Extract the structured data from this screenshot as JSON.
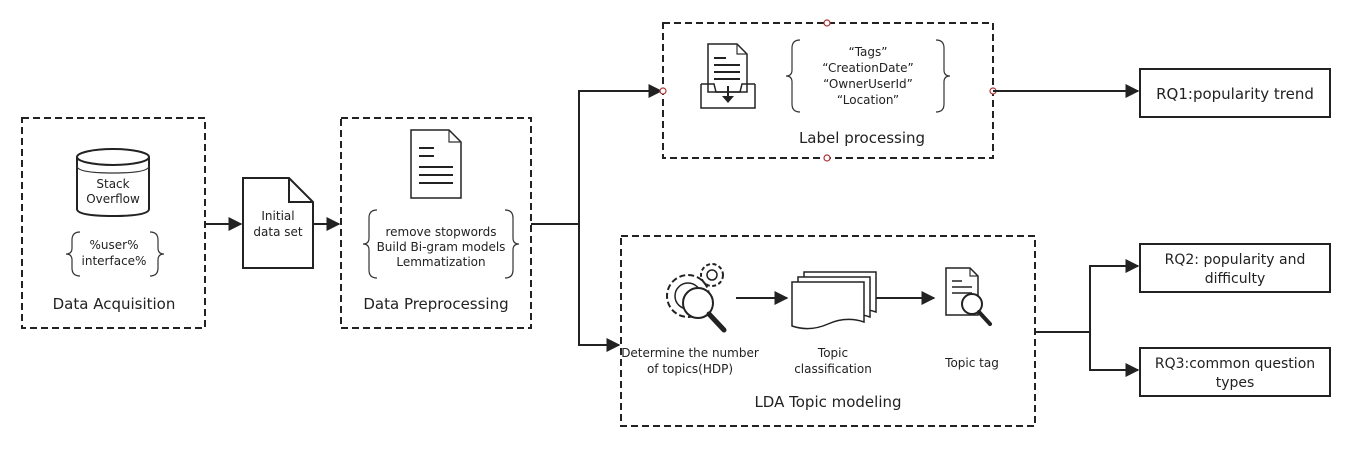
{
  "data_acquisition": {
    "db_label_line1": "Stack",
    "db_label_line2": "Overflow",
    "query_line1": "%user%",
    "query_line2": "interface%",
    "title": "Data Acquisition"
  },
  "initial_data": {
    "line1": "Initial",
    "line2": "data set"
  },
  "preprocessing": {
    "steps": [
      "remove stopwords",
      "Build Bi-gram models",
      "Lemmatization"
    ],
    "title": "Data Preprocessing"
  },
  "label_processing": {
    "fields": [
      "“Tags”",
      "“CreationDate”",
      "“OwnerUserId”",
      "“Location”"
    ],
    "title": "Label processing"
  },
  "lda": {
    "step1_line1": "Determine the number",
    "step1_line2": "of topics(HDP)",
    "step2_line1": "Topic",
    "step2_line2": "classification",
    "step3": "Topic  tag",
    "title": "LDA  Topic modeling"
  },
  "outputs": {
    "rq1": "RQ1:popularity trend",
    "rq2_line1": "RQ2: popularity and",
    "rq2_line2": "difficulty",
    "rq3_line1": "RQ3:common question",
    "rq3_line2": "types"
  }
}
